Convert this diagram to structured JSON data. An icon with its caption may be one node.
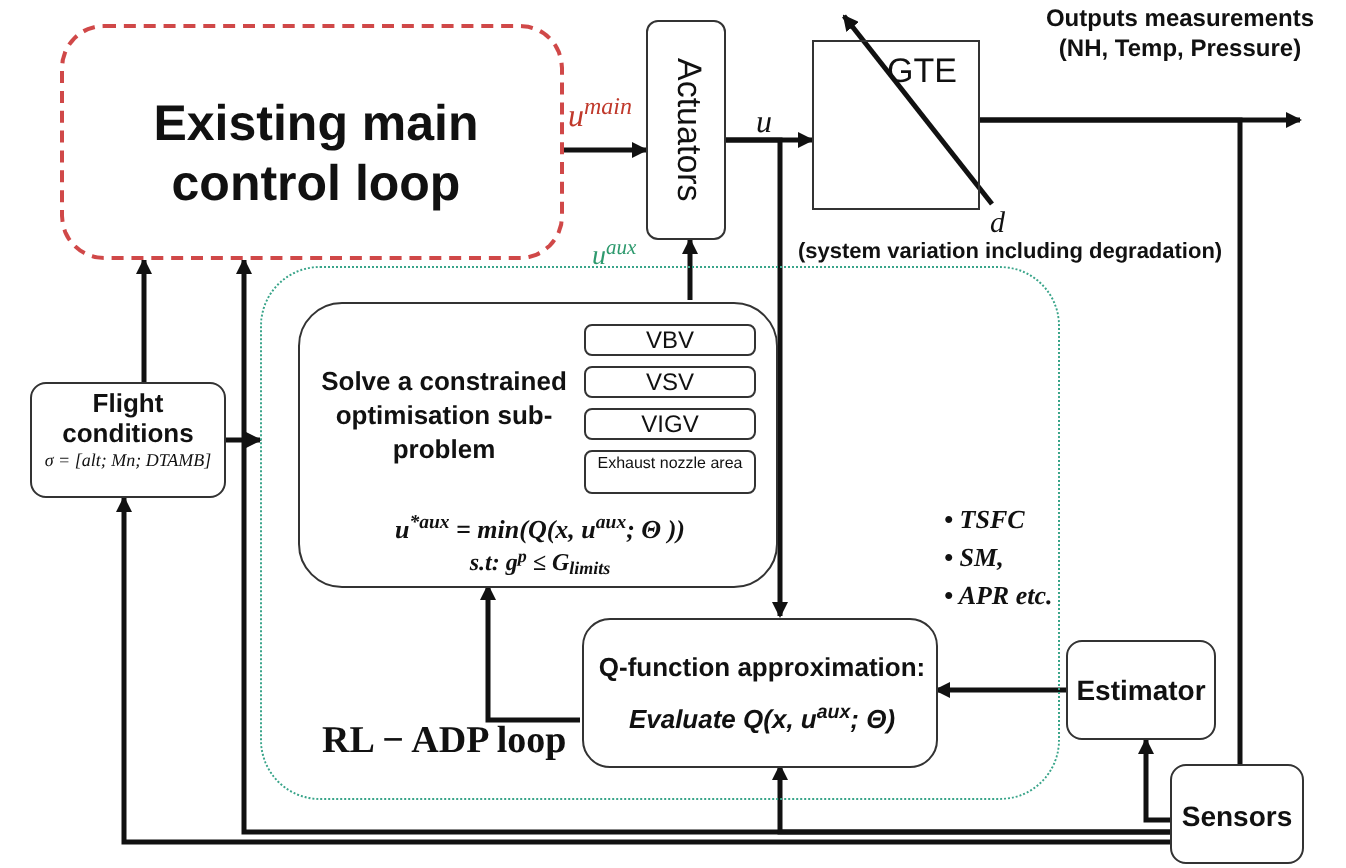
{
  "diagram": {
    "nodes": [
      {
        "text": [
          "Existing main control loop"
        ]
      },
      {
        "text": [
          "Actuators"
        ]
      },
      {
        "text": [
          "GTE"
        ],
        "beside": [
          "d",
          "(system variation including degradation)"
        ]
      },
      {
        "text": [
          "RL − ADP loop"
        ]
      },
      {
        "text": [
          "Solve a constrained optimisation sub-problem",
          "u$^{*aux}$ = min(Q(x, u$^{aux}$; Θ ))",
          "s.t: g$^{p}$ ≤ G$_{limits}$"
        ],
        "in": 3
      },
      {
        "text": [
          "VBV"
        ],
        "in": 4
      },
      {
        "text": [
          "VSV"
        ],
        "in": 4
      },
      {
        "text": [
          "VIGV"
        ],
        "in": 4
      },
      {
        "text": [
          "Exhaust nozzle area"
        ],
        "in": 4
      },
      {
        "text": [
          "Q-function approximation:",
          "Evaluate Q(x, u$^{aux}$; Θ)"
        ],
        "in": 3
      },
      {
        "text": [
          "Estimator"
        ]
      },
      {
        "text": [
          "Sensors"
        ]
      },
      {
        "text": [
          "Flight conditions",
          "σ = [alt; Mn; DTAMB]"
        ]
      }
    ],
    "edges": [
      {
        "from": 0,
        "to": 1,
        "arrow": "to",
        "label": "u$^{main}$"
      },
      {
        "from": 1,
        "to": 2,
        "arrow": "to",
        "label": "u"
      },
      {
        "from": 1,
        "to": 9,
        "arrow": "to"
      },
      {
        "from": 4,
        "to": 1,
        "arrow": "to",
        "label": "u$^{aux}$"
      },
      {
        "from": 2,
        "to": null,
        "arrow": "to",
        "label": "Outputs measurements (NH, Temp, Pressure)"
      },
      {
        "from": 2,
        "to": 11,
        "arrow": "none"
      },
      {
        "from": 11,
        "to": 10,
        "arrow": "to"
      },
      {
        "from": 10,
        "to": 9,
        "arrow": "to"
      },
      {
        "from": 9,
        "to": 4,
        "arrow": "to"
      },
      {
        "from": 12,
        "to": 0,
        "arrow": "to"
      },
      {
        "from": 12,
        "to": 3,
        "arrow": "to"
      },
      {
        "from": 11,
        "to": 12,
        "arrow": "to"
      },
      {
        "from": 11,
        "to": 0,
        "arrow": "to"
      },
      {
        "from": 11,
        "to": 9,
        "arrow": "to"
      }
    ],
    "labels": [
      "• TSFC",
      "• SM,",
      "• APR etc."
    ]
  }
}
